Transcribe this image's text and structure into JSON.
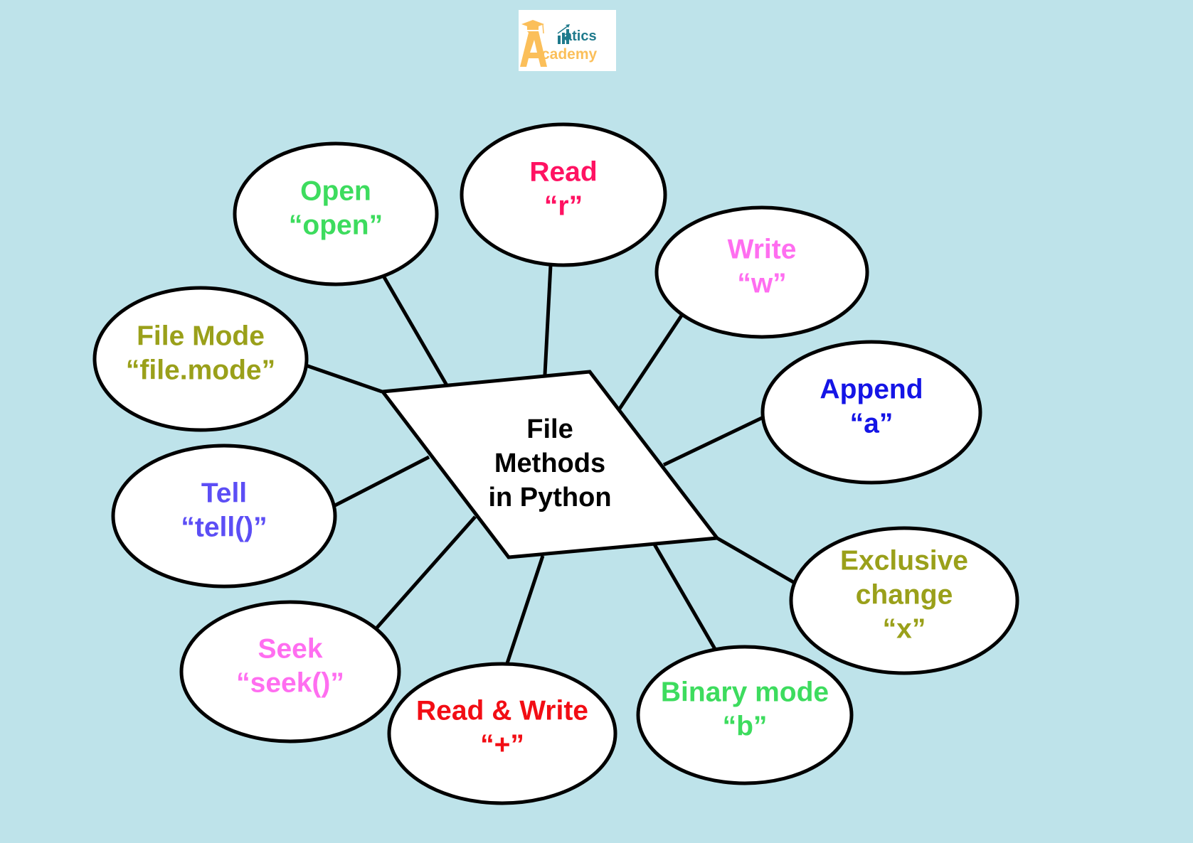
{
  "logo": {
    "brand_part_1": "atics",
    "brand_part_2": "cademy",
    "brand_initial": "A",
    "full_name": "Aatics Academy",
    "colors": {
      "teal": "#1f7a8c",
      "orange": "#fbbf5a"
    }
  },
  "center": {
    "lines": [
      "File",
      "Methods",
      "in Python"
    ]
  },
  "nodes": [
    {
      "id": "open",
      "lines": [
        "Open",
        "“open”"
      ],
      "color": "#3ddc5e"
    },
    {
      "id": "read",
      "lines": [
        "Read",
        "“r”"
      ],
      "color": "#ff1262"
    },
    {
      "id": "write",
      "lines": [
        "Write",
        "“w”"
      ],
      "color": "#ff6ef0"
    },
    {
      "id": "append",
      "lines": [
        "Append",
        "“a”"
      ],
      "color": "#1414e6"
    },
    {
      "id": "exclusive",
      "lines": [
        "Exclusive",
        "change",
        "“x”"
      ],
      "color": "#9aa01a"
    },
    {
      "id": "binary",
      "lines": [
        "Binary mode",
        "“b”"
      ],
      "color": "#3ddc5e"
    },
    {
      "id": "read-write",
      "lines": [
        "Read & Write",
        "“+”"
      ],
      "color": "#f20d14"
    },
    {
      "id": "seek",
      "lines": [
        "Seek",
        "“seek()”"
      ],
      "color": "#ff6ef0"
    },
    {
      "id": "tell",
      "lines": [
        "Tell",
        "“tell()”"
      ],
      "color": "#5c4ef5"
    },
    {
      "id": "file-mode",
      "lines": [
        "File Mode",
        "“file.mode”"
      ],
      "color": "#9aa01a"
    }
  ],
  "colors": {
    "background": "#bee3ea",
    "node_fill": "#ffffff",
    "stroke": "#000000"
  }
}
